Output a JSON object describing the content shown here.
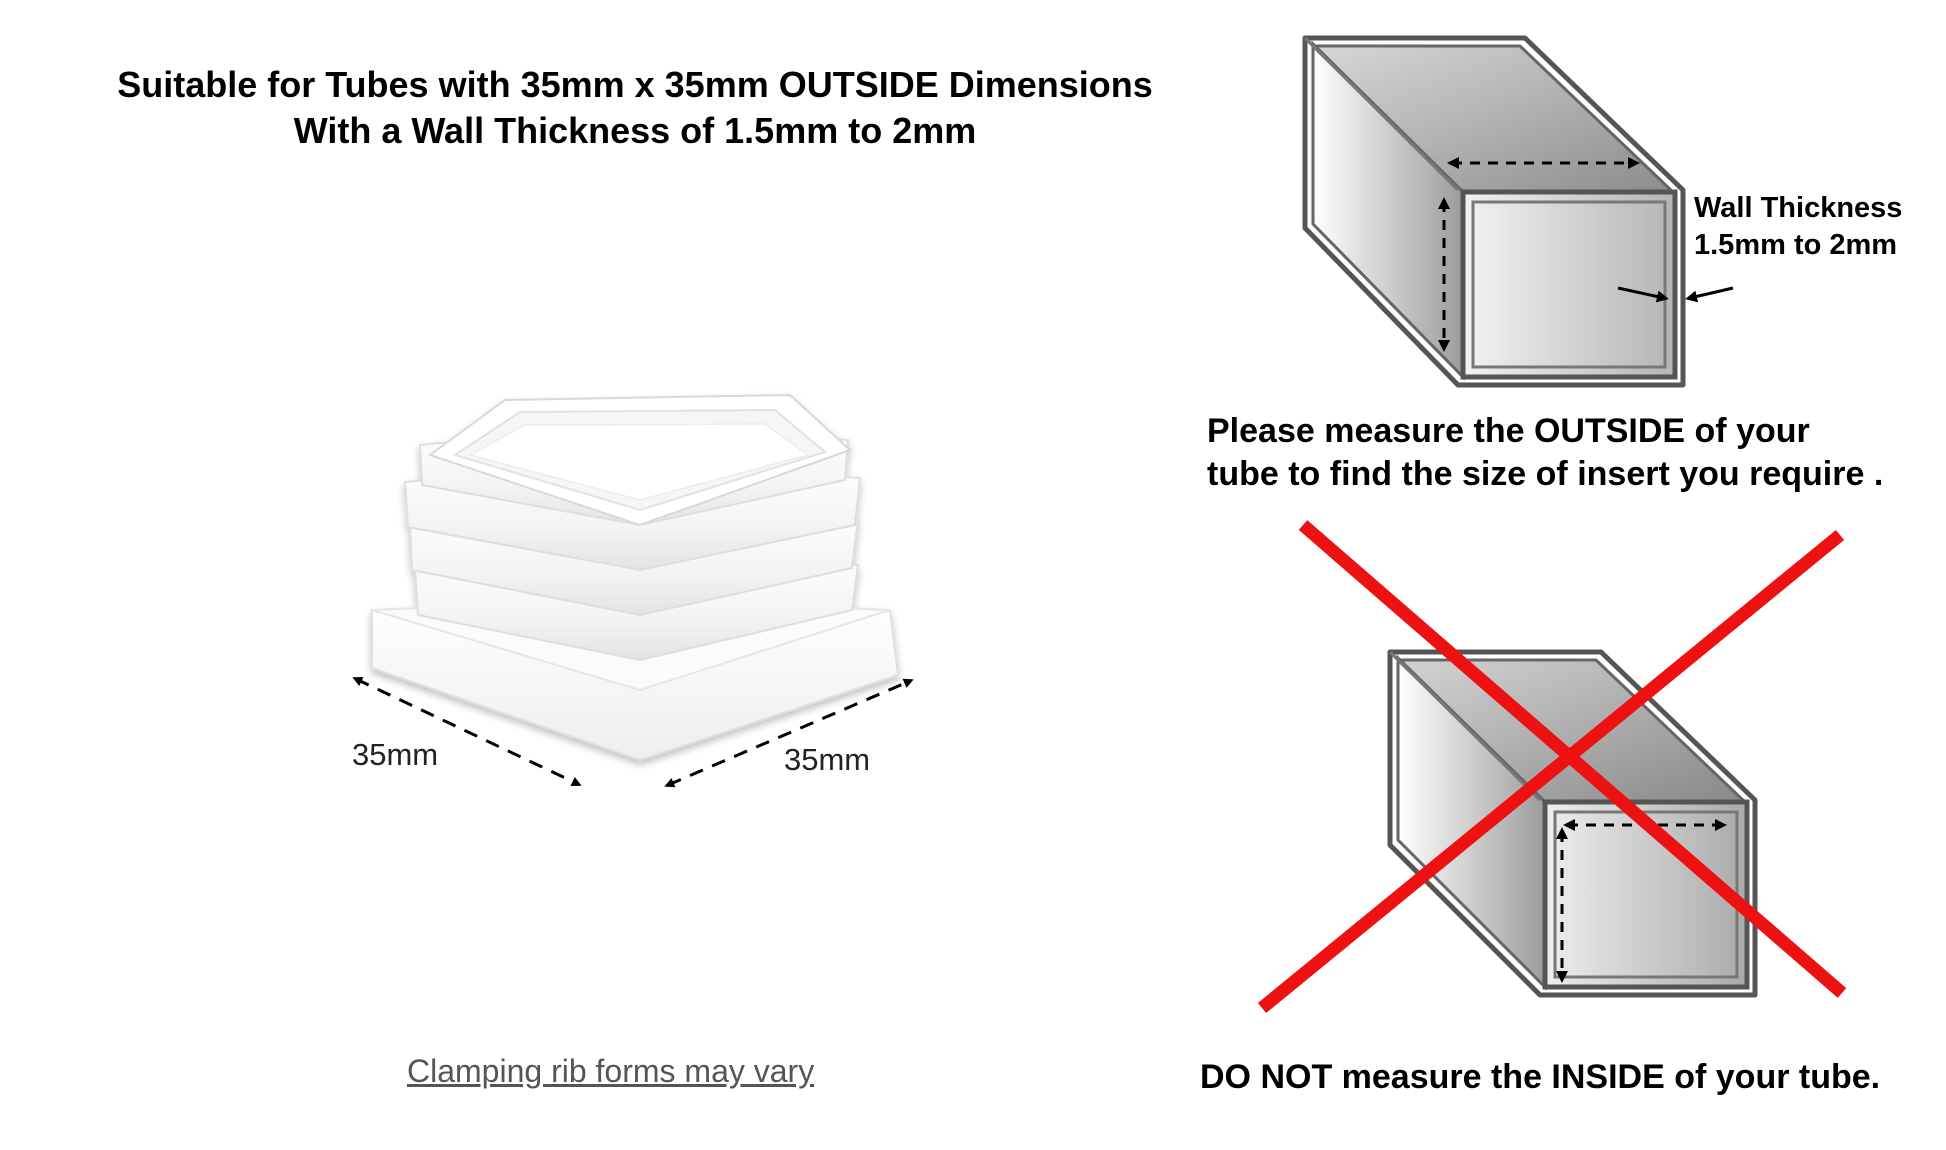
{
  "header": {
    "line1": "Suitable for Tubes with 35mm x 35mm OUTSIDE Dimensions",
    "line2": "With a Wall Thickness of 1.5mm to 2mm"
  },
  "product": {
    "dim_left": "35mm",
    "dim_right": "35mm",
    "caption": "Clamping rib forms may vary"
  },
  "diagram_correct": {
    "wall_line1": "Wall Thickness",
    "wall_line2": "1.5mm to 2mm",
    "instruction_line1": "Please measure the OUTSIDE of your",
    "instruction_line2": "tube to find the size of insert you require ."
  },
  "diagram_wrong": {
    "warning": "DO NOT measure the INSIDE of your tube."
  },
  "colors": {
    "cross": "#ee1111",
    "tube_outline": "#555555"
  }
}
